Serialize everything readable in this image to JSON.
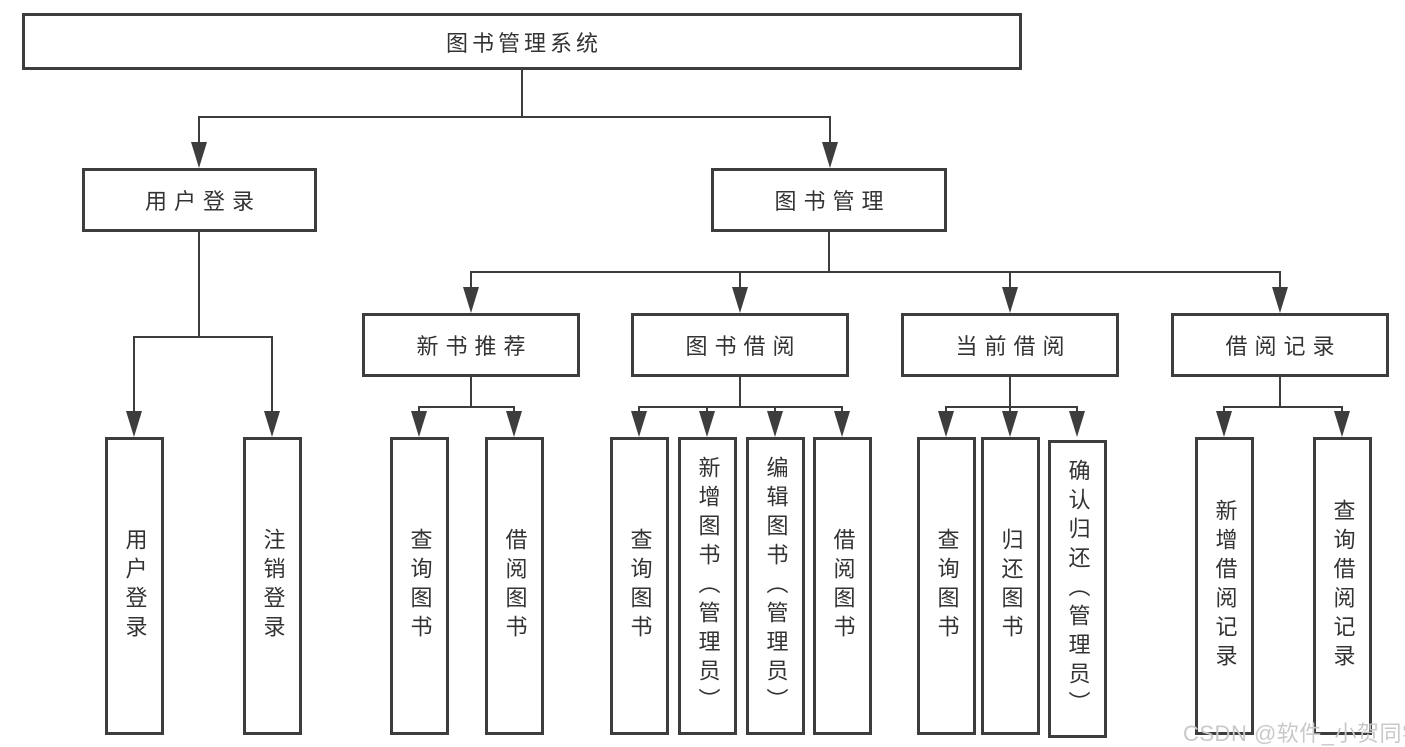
{
  "diagram": {
    "root_label": "图书管理系统",
    "level2": [
      "用户登录",
      "图书管理"
    ],
    "level3": [
      "新书推荐",
      "图书借阅",
      "当前借阅",
      "借阅记录"
    ],
    "leaf_groups": [
      {
        "parent": "用户登录",
        "labels": [
          "用户登录",
          "注销登录"
        ]
      },
      {
        "parent": "新书推荐",
        "labels": [
          "查询图书",
          "借阅图书"
        ]
      },
      {
        "parent": "图书借阅",
        "labels": [
          "查询图书",
          "新增图书（管理员）",
          "编辑图书（管理员）",
          "借阅图书"
        ]
      },
      {
        "parent": "当前借阅",
        "labels": [
          "查询图书",
          "归还图书",
          "确认归还（管理员）"
        ]
      },
      {
        "parent": "借阅记录",
        "labels": [
          "新增借阅记录",
          "查询借阅记录"
        ]
      }
    ],
    "watermark": "CSDN @软件_小贺同学",
    "colors": {
      "line": "#3d3d3d",
      "box_border": "#3d3d3d",
      "text": "#333333",
      "watermark": "#c9c9c9",
      "background": "#ffffff"
    }
  }
}
